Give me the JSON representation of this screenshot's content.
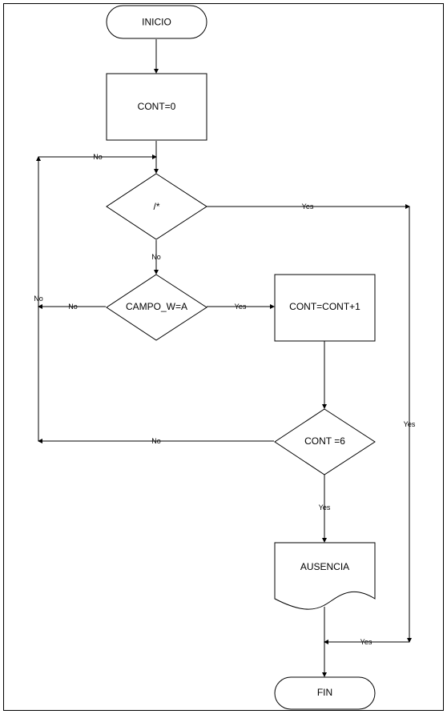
{
  "diagram": {
    "nodes": {
      "start": "INICIO",
      "init": "CONT=0",
      "check_comment": "/*",
      "check_field": "CAMPO_W=A",
      "increment": "CONT=CONT+1",
      "check_count": "CONT =6",
      "absence": "AUSENCIA",
      "end": "FIN"
    },
    "edge_labels": {
      "loop_back_top": "No",
      "comment_no": "No",
      "comment_yes": "Yes",
      "field_no": "No",
      "field_yes": "Yes",
      "loop_vertical": "No",
      "count_no": "No",
      "count_yes": "Yes",
      "right_vertical": "Yes",
      "merge_yes": "Yes"
    }
  }
}
